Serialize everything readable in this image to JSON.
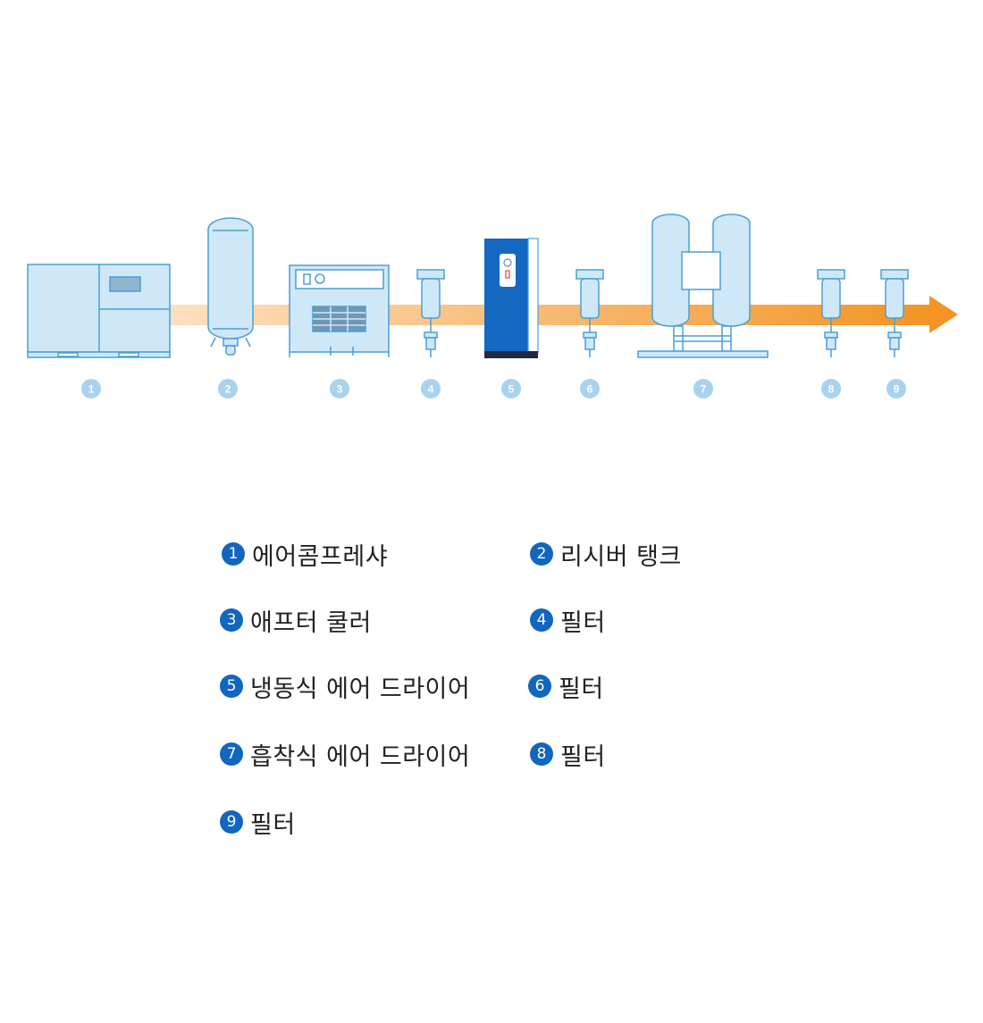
{
  "colors": {
    "equipment_fill": "#cfe8f8",
    "equipment_stroke": "#4a9fd5",
    "dryer_body": "#1468c2",
    "dryer_base": "#1f2a44",
    "arrow_start": "#fde3c8",
    "arrow_end": "#f39424",
    "step_dot": "#a9d2ef",
    "legend_badge": "#1166c0"
  },
  "diagram": {
    "steps": [
      {
        "number": "1",
        "icon": "air-compressor-icon"
      },
      {
        "number": "2",
        "icon": "receiver-tank-icon"
      },
      {
        "number": "3",
        "icon": "after-cooler-icon"
      },
      {
        "number": "4",
        "icon": "filter-icon"
      },
      {
        "number": "5",
        "icon": "refrigerated-dryer-icon"
      },
      {
        "number": "6",
        "icon": "filter-icon"
      },
      {
        "number": "7",
        "icon": "adsorption-dryer-icon"
      },
      {
        "number": "8",
        "icon": "filter-icon"
      },
      {
        "number": "9",
        "icon": "filter-icon"
      }
    ]
  },
  "legend": [
    {
      "number": "1",
      "label": "에어콤프레샤"
    },
    {
      "number": "2",
      "label": "리시버 탱크"
    },
    {
      "number": "3",
      "label": "애프터 쿨러"
    },
    {
      "number": "4",
      "label": "필터"
    },
    {
      "number": "5",
      "label": "냉동식 에어 드라이어"
    },
    {
      "number": "6",
      "label": "필터"
    },
    {
      "number": "7",
      "label": "흡착식 에어 드라이어"
    },
    {
      "number": "8",
      "label": "필터"
    },
    {
      "number": "9",
      "label": "필터"
    }
  ]
}
